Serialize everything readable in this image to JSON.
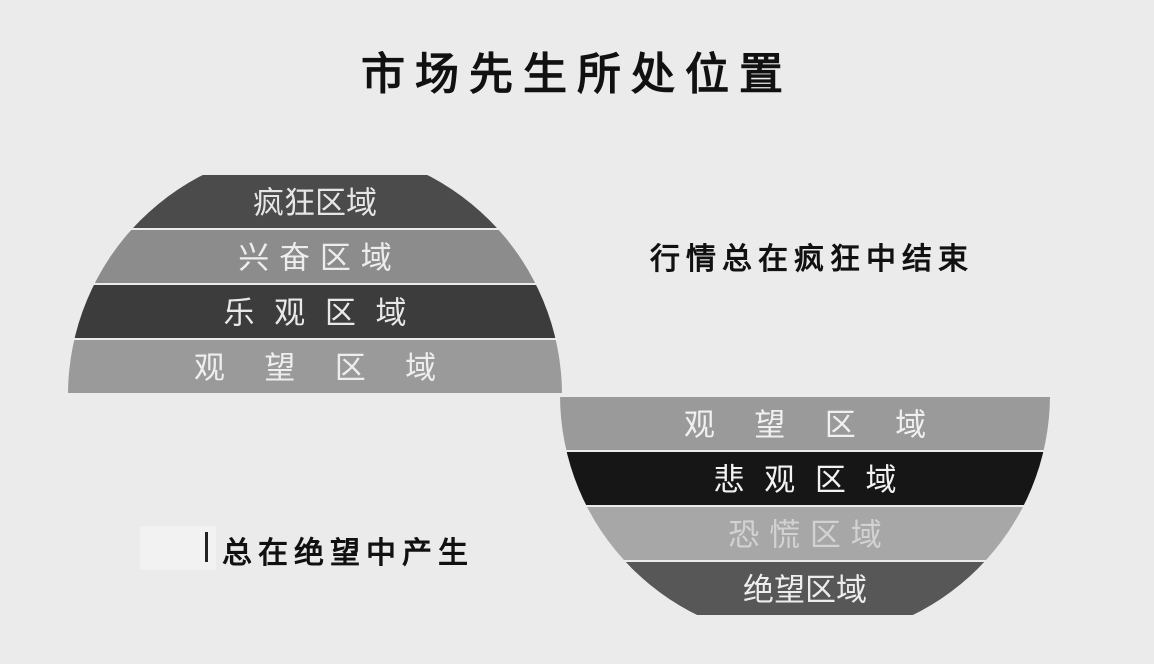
{
  "title": "市场先生所处位置",
  "notes": {
    "top": "行情总在疯狂中结束",
    "bottom": "总在绝望中产生"
  },
  "upper_zones": [
    {
      "label": "疯狂区域",
      "fill": "#4b4b4b",
      "text": "#e6e6e6"
    },
    {
      "label": "兴 奋 区 域",
      "fill": "#8c8c8c",
      "text": "#ededed"
    },
    {
      "label": "乐  观  区  域",
      "fill": "#3c3c3c",
      "text": "#e8e8e8"
    },
    {
      "label": "观    望    区    域",
      "fill": "#9a9a9a",
      "text": "#eeeeee"
    }
  ],
  "lower_zones": [
    {
      "label": "观    望    区    域",
      "fill": "#9a9a9a",
      "text": "#f0f0f0"
    },
    {
      "label": "悲  观  区  域",
      "fill": "#161616",
      "text": "#f2f2f2"
    },
    {
      "label": "恐 慌 区 域",
      "fill": "#a7a7a7",
      "text": "#d2d2d2"
    },
    {
      "label": "绝望区域",
      "fill": "#575757",
      "text": "#ededed"
    }
  ]
}
